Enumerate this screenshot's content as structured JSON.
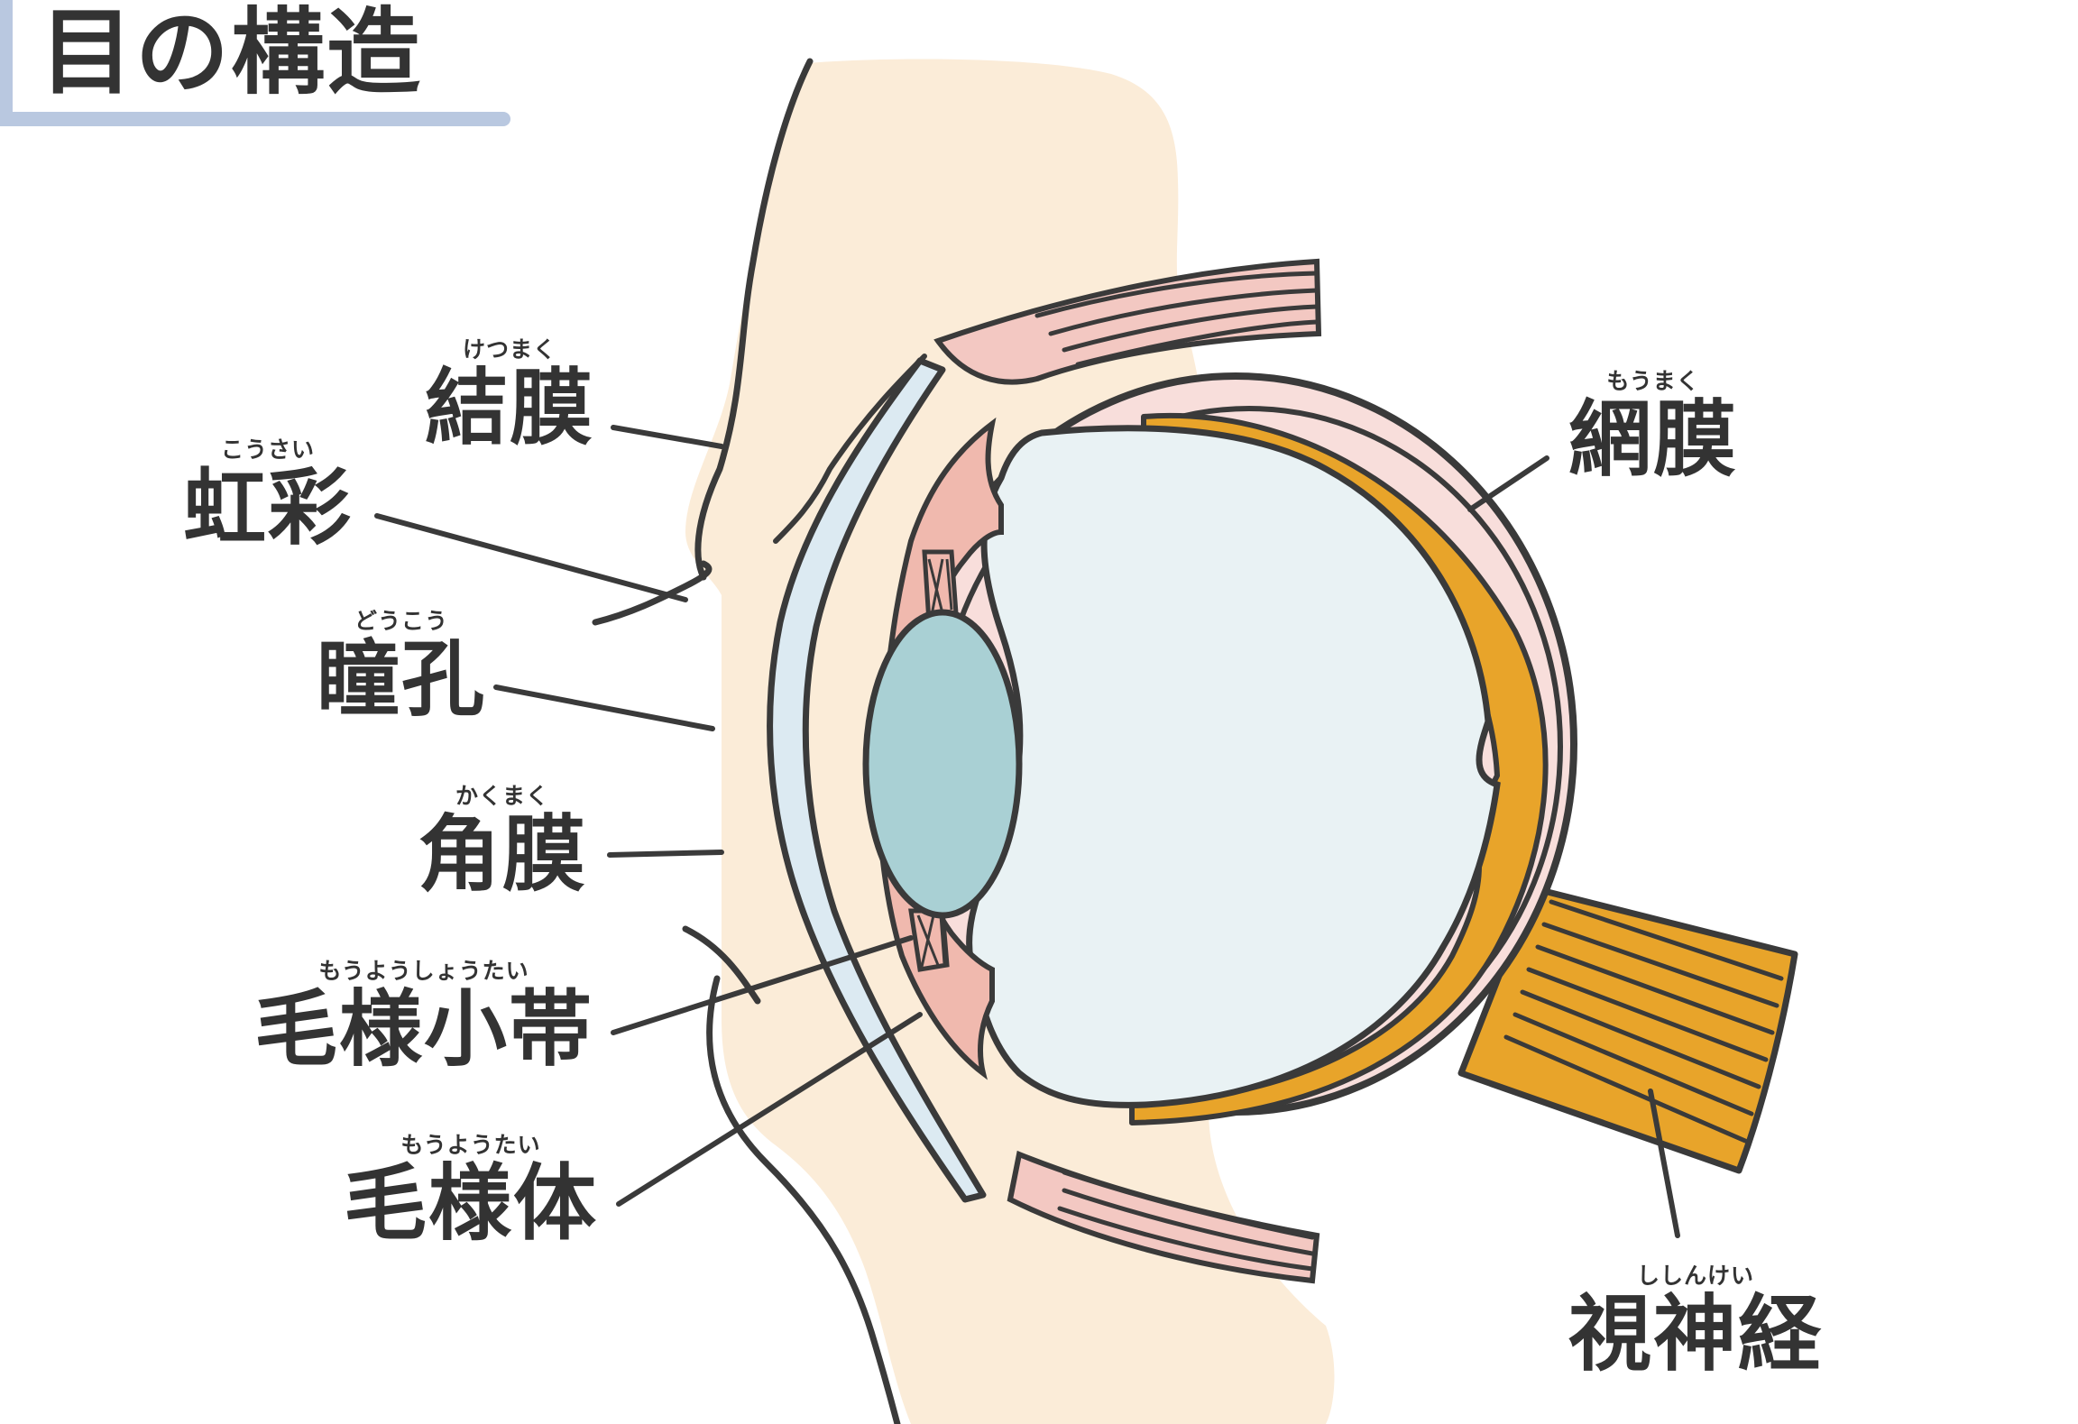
{
  "title": "目の構造",
  "colors": {
    "outline": "#3a3a3a",
    "skin": "#fbecd8",
    "sclera": "#f8dedb",
    "choroid": "#f0b9ae",
    "vitreous": "#e9f2f4",
    "lens": "#a9d0d4",
    "cornea": "#dceaf2",
    "retina": "#e8a42a",
    "title_accent": "#b9c8e0"
  },
  "labels": [
    {
      "id": "ketsumaku",
      "ruby": "けつまく",
      "text": "結膜"
    },
    {
      "id": "kousai",
      "ruby": "こうさい",
      "text": "虹彩"
    },
    {
      "id": "doukou",
      "ruby": "どうこう",
      "text": "瞳孔"
    },
    {
      "id": "kakumaku",
      "ruby": "かくまく",
      "text": "角膜"
    },
    {
      "id": "mouyoushoutai",
      "ruby": "もうようしょうたい",
      "text": "毛様小帯"
    },
    {
      "id": "mouyoutai",
      "ruby": "もうようたい",
      "text": "毛様体"
    },
    {
      "id": "moumaku",
      "ruby": "もうまく",
      "text": "網膜"
    },
    {
      "id": "shishinkei",
      "ruby": "ししんけい",
      "text": "視神経"
    }
  ]
}
